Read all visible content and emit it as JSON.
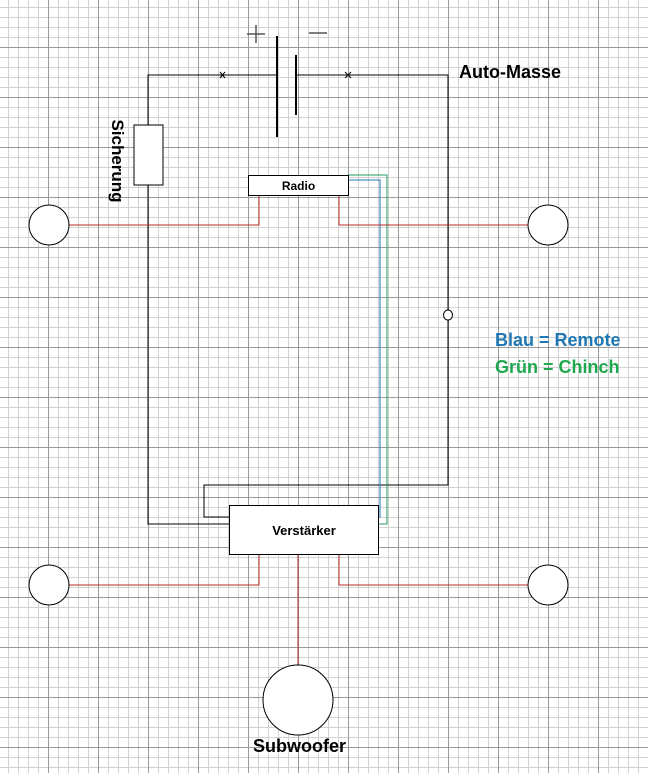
{
  "labels": {
    "battery_plus": "+",
    "battery_minus": "−",
    "auto_masse": "Auto-Masse",
    "sicherung": "Sicherung",
    "radio": "Radio",
    "verstaerker": "Verstärker",
    "subwoofer": "Subwoofer"
  },
  "legend": {
    "blue": "Blau = Remote",
    "green": "Grün = Chinch"
  },
  "colors": {
    "power_wire": "#000000",
    "speaker_wire": "#b52a2a",
    "remote_wire": "#1f78b4",
    "cinch_wire": "#1f9e5a",
    "legend_blue": "#1f78b4",
    "legend_green": "#1ea84e"
  }
}
